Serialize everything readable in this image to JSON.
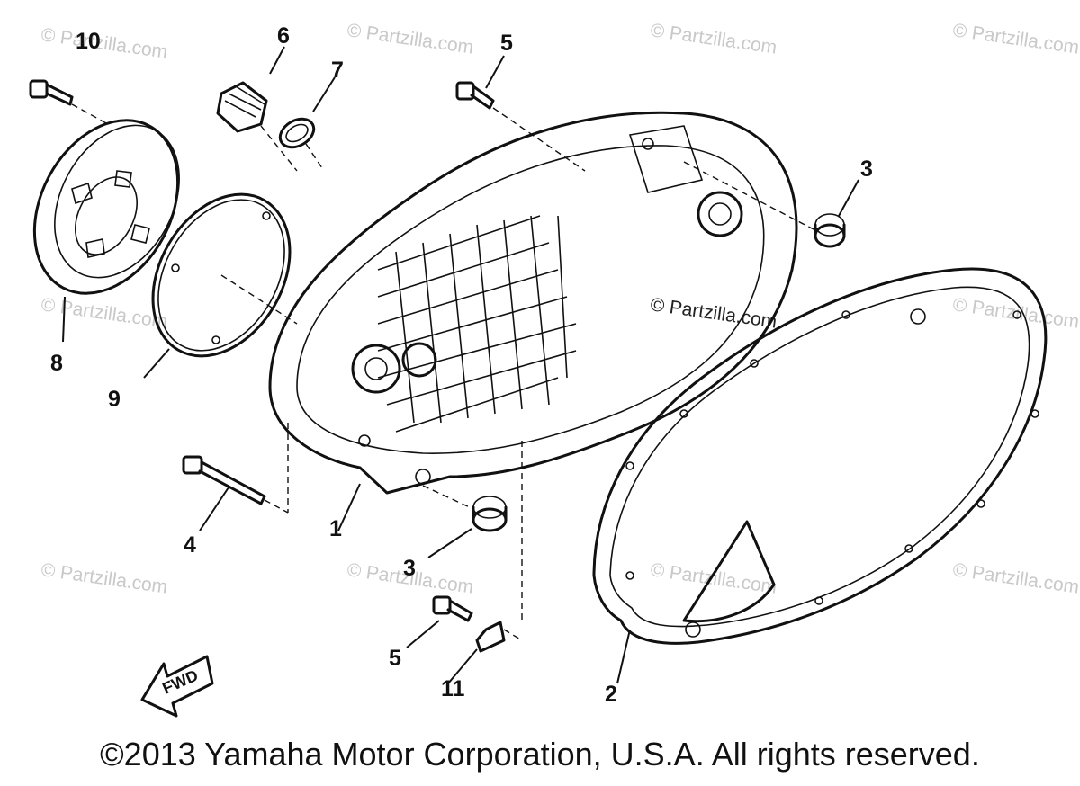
{
  "watermark": "© Partzilla.com",
  "copyright": "©2013 Yamaha Motor Corporation, U.S.A. All rights reserved.",
  "fwd_label": "FWD",
  "callouts": {
    "c10": "10",
    "c6": "6",
    "c7": "7",
    "c5a": "5",
    "c3a": "3",
    "c8": "8",
    "c9": "9",
    "c4": "4",
    "c1": "1",
    "c3b": "3",
    "c5b": "5",
    "c11": "11",
    "c2": "2"
  }
}
